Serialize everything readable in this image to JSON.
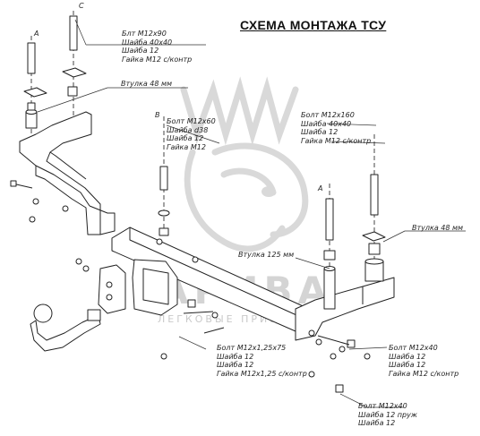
{
  "title": "СХЕМА МОНТАЖА ТСУ",
  "watermark": {
    "name": "АРИВА",
    "subtitle": "ЛЕГКОВЫЕ ПРИЦЕПЫ"
  },
  "letters": {
    "a1": "A",
    "c": "C",
    "b": "B",
    "a2": "A"
  },
  "callouts": {
    "bolt_m12x90": [
      "Блт М12х90",
      "Шайба 40х40",
      "Шайба 12",
      "Гайка М12 с/контр"
    ],
    "bushing_48_left": [
      "Втулка 48 мм"
    ],
    "bolt_m12x60": [
      "Болт М12х60",
      "Шайба d38",
      "Шайба 12",
      "Гайка М12"
    ],
    "bolt_m12x160": [
      "Болт М12х160",
      "Шайба 40х40",
      "Шайба 12",
      "Гайка М12 с/контр"
    ],
    "bushing_48_right": [
      "Втулка 48 мм"
    ],
    "bushing_125": [
      "Втулка 125 мм"
    ],
    "bolt_m12x125": [
      "Болт М12х1,25х75",
      "Шайба 12",
      "Шайба 12",
      "Гайка М12х1,25 с/контр"
    ],
    "bolt_m12x40_right": [
      "Болт М12х40",
      "Шайба 12",
      "Шайба 12",
      "Гайка М12 с/контр"
    ],
    "bolt_m12x40_bottom": [
      "Болт М12х40",
      "Шайба 12 пруж",
      "Шайба 12"
    ]
  },
  "colors": {
    "line": "#222222",
    "watermark": "#d4d4d4"
  }
}
